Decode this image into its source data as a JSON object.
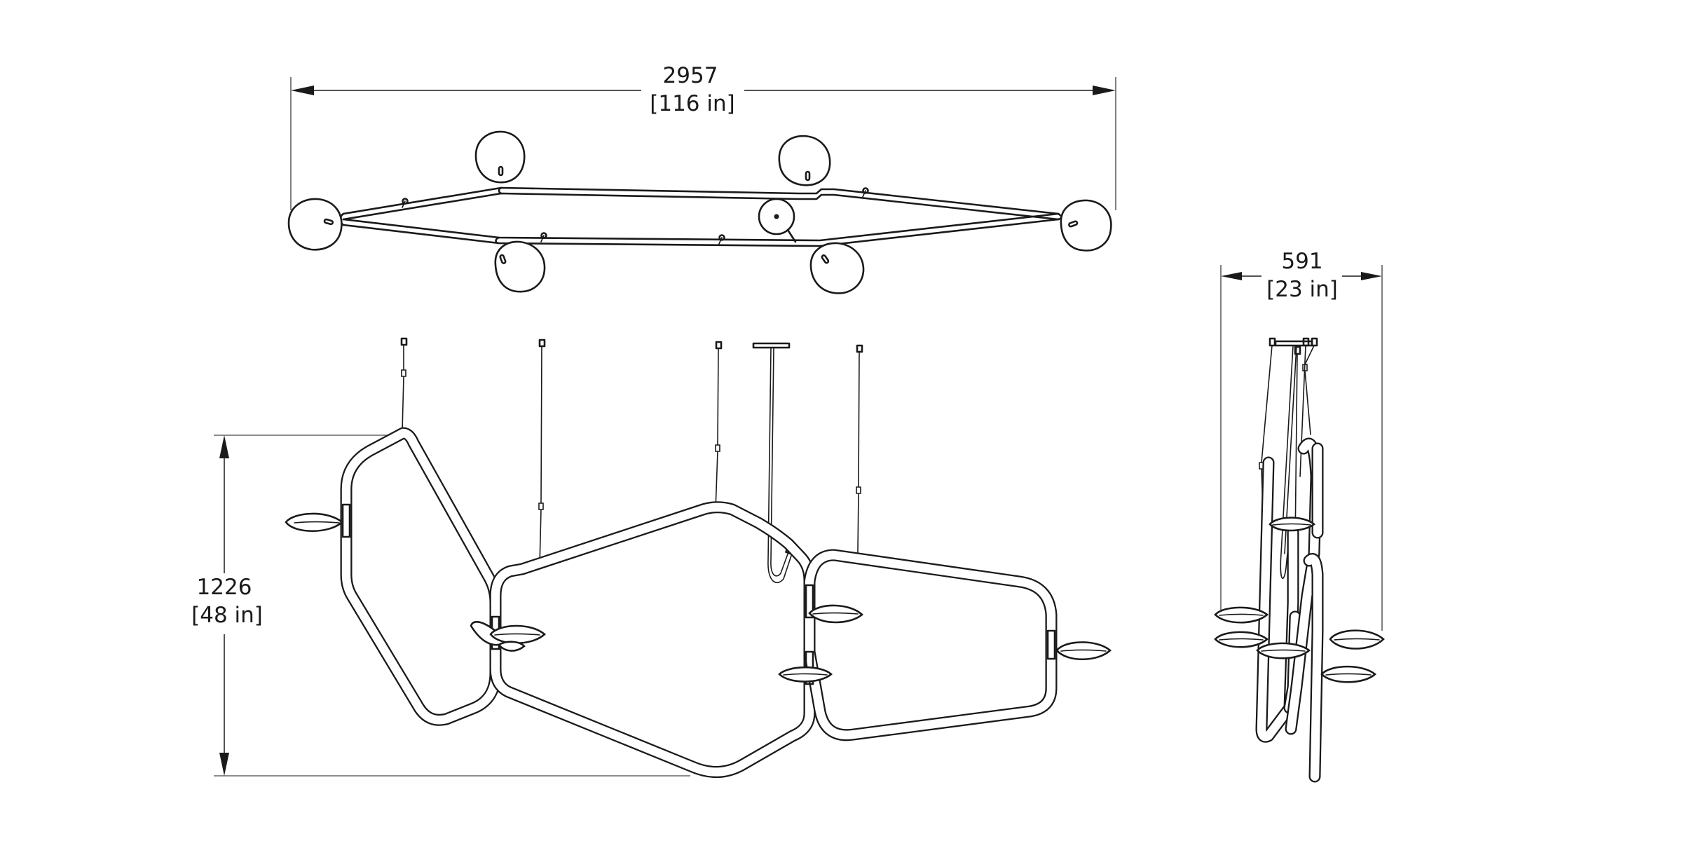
{
  "dimensions": {
    "width": {
      "mm": "2957",
      "inch": "[116 in]"
    },
    "depth": {
      "mm": "591",
      "inch": "[23 in]"
    },
    "height": {
      "mm": "1226",
      "inch": "[48 in]"
    }
  },
  "views": [
    "top-view",
    "front-view",
    "side-view"
  ],
  "colors": {
    "line": "#1a1a1a",
    "background": "#ffffff"
  }
}
